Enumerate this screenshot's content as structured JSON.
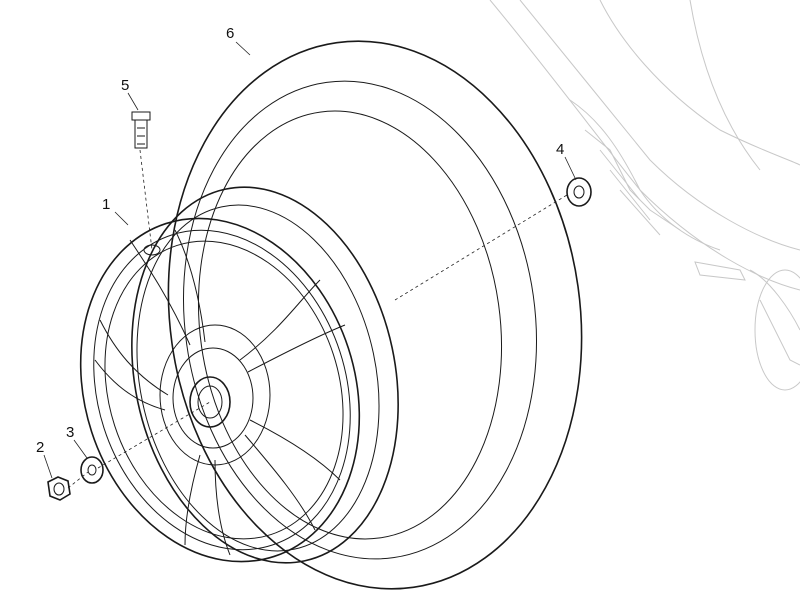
{
  "diagram": {
    "callouts": [
      {
        "id": "1",
        "label": "1"
      },
      {
        "id": "2",
        "label": "2"
      },
      {
        "id": "3",
        "label": "3"
      },
      {
        "id": "4",
        "label": "4"
      },
      {
        "id": "5",
        "label": "5"
      },
      {
        "id": "6",
        "label": "6"
      }
    ],
    "colors": {
      "line": "#1a1a1a",
      "ghost": "#c8c8c8",
      "background": "#ffffff"
    }
  }
}
